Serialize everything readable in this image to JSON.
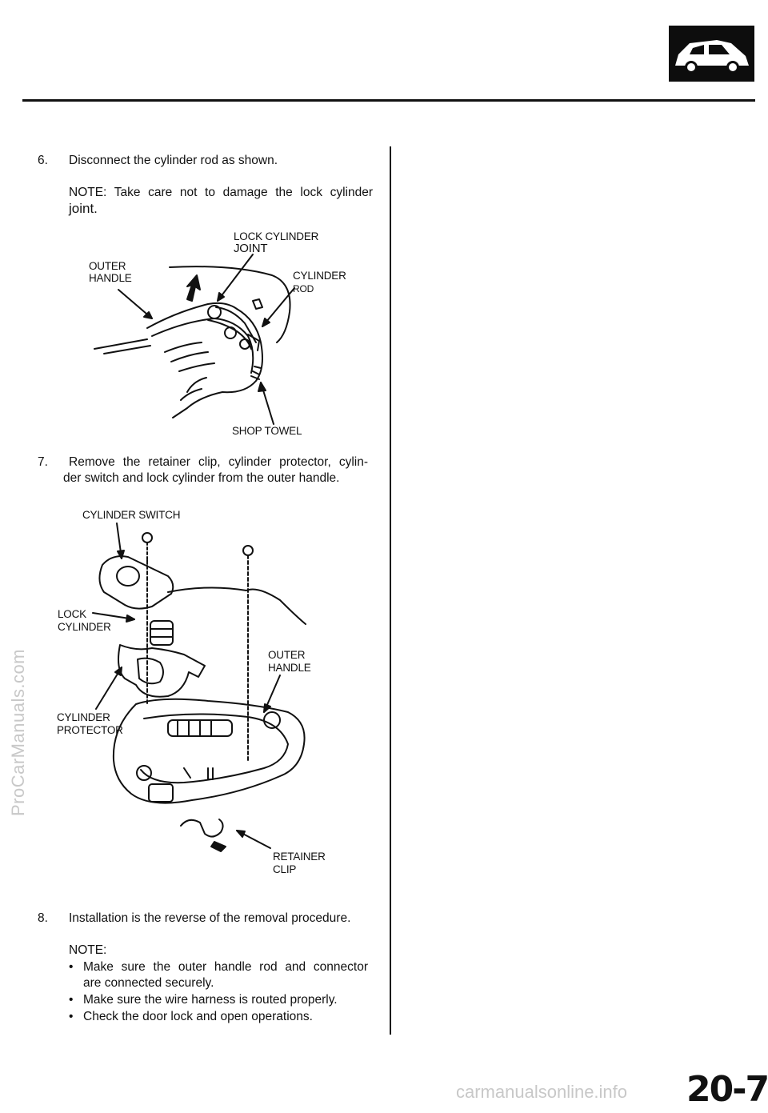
{
  "header": {
    "icon": "car-body-icon"
  },
  "steps": {
    "s6": {
      "number": "6.",
      "text": "Disconnect the cylinder rod as shown."
    },
    "s6_note_line1": "NOTE: Take care not to damage the lock cylinder",
    "s6_note_line2": "joint.",
    "s7": {
      "number": "7.",
      "text": "Remove the retainer clip, cylinder protector, cylin-",
      "text2": "der switch and lock cylinder from the outer handle."
    },
    "s8": {
      "number": "8.",
      "text": "Installation is the reverse of the removal procedure."
    },
    "s8_note_head": "NOTE:",
    "s8_bullets": [
      "Make sure the outer handle rod and connector",
      "are connected securely.",
      "Make sure the wire harness is routed properly.",
      "Check the door lock and open operations."
    ]
  },
  "figure1": {
    "labels": {
      "lock_cylinder_joint_1": "LOCK CYLINDER",
      "lock_cylinder_joint_2": "JOINT",
      "outer_handle_1": "OUTER",
      "outer_handle_2": "HANDLE",
      "cylinder_rod_1": "CYLINDER",
      "cylinder_rod_2": "ROD",
      "shop_towel": "SHOP TOWEL"
    }
  },
  "figure2": {
    "labels": {
      "cylinder_switch": "CYLINDER SWITCH",
      "lock_cylinder_1": "LOCK",
      "lock_cylinder_2": "CYLINDER",
      "outer_handle_1": "OUTER",
      "outer_handle_2": "HANDLE",
      "cylinder_protector_1": "CYLINDER",
      "cylinder_protector_2": "PROTECTOR",
      "retainer_clip_1": "RETAINER",
      "retainer_clip_2": "CLIP"
    }
  },
  "watermarks": {
    "left": "ProCarManuals.com",
    "bottom": "carmanualsonline.info"
  },
  "page_number": "20-7"
}
